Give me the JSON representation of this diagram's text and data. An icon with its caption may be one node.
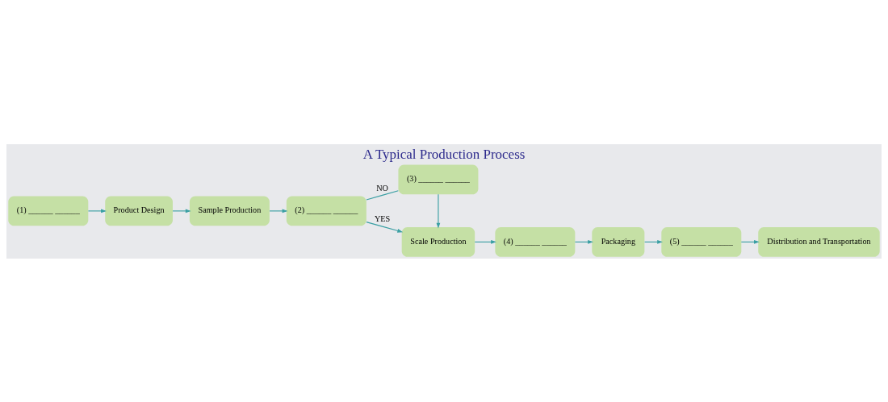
{
  "diagram": {
    "title": "A Typical Production Process",
    "nodes": [
      {
        "text": [
          "(1) ______ ______"
        ]
      },
      {
        "text": [
          "Product Design"
        ]
      },
      {
        "text": [
          "Sample Production"
        ]
      },
      {
        "text": [
          "(2) ______ ______"
        ]
      },
      {
        "text": [
          "(3) ______ ______"
        ]
      },
      {
        "text": [
          "Scale Production"
        ]
      },
      {
        "text": [
          "(4) ______ ______"
        ]
      },
      {
        "text": [
          "Packaging"
        ]
      },
      {
        "text": [
          "(5) ______ ______"
        ]
      },
      {
        "text": [
          "Distribution and Transportation"
        ]
      }
    ],
    "edges": [
      {
        "from": 0,
        "to": 1,
        "arrow": "to"
      },
      {
        "from": 1,
        "to": 2,
        "arrow": "to"
      },
      {
        "from": 2,
        "to": 3,
        "arrow": "to"
      },
      {
        "from": 3,
        "to": 4,
        "arrow": "none",
        "label": "NO"
      },
      {
        "from": 3,
        "to": 5,
        "arrow": "to",
        "label": "YES"
      },
      {
        "from": 4,
        "to": 5,
        "arrow": "to"
      },
      {
        "from": 5,
        "to": 6,
        "arrow": "to"
      },
      {
        "from": 6,
        "to": 7,
        "arrow": "to"
      },
      {
        "from": 7,
        "to": 8,
        "arrow": "to"
      },
      {
        "from": 8,
        "to": 9,
        "arrow": "to"
      }
    ]
  }
}
